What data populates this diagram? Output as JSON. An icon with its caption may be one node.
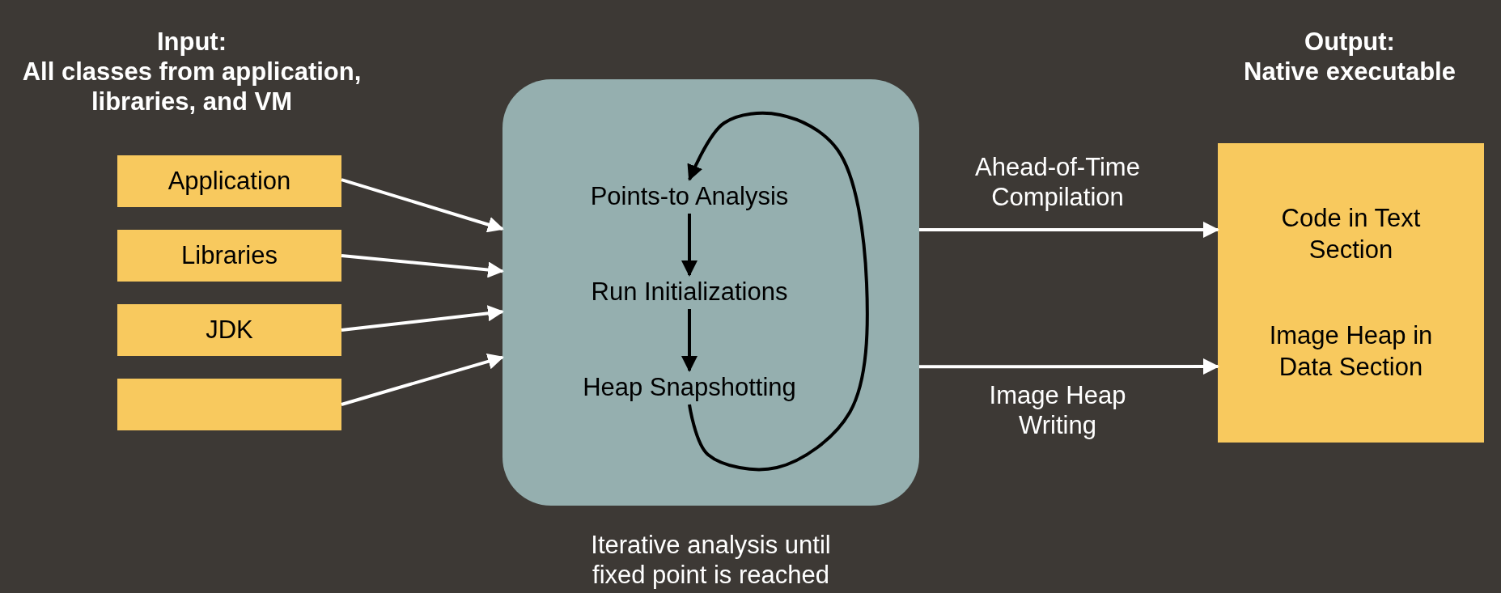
{
  "diagram": {
    "nodes": [
      {
        "text": [
          "Application"
        ]
      },
      {
        "text": [
          "Libraries"
        ]
      },
      {
        "text": [
          "JDK"
        ]
      },
      {
        "text": [],
        "shape": "box"
      },
      {
        "text": [],
        "shape": "box",
        "beside": [
          "Iterative analysis until fixed point is reached"
        ]
      },
      {
        "text": [
          "Points-to Analysis"
        ],
        "in": 4
      },
      {
        "text": [
          "Run Initializations"
        ],
        "in": 4
      },
      {
        "text": [
          "Heap Snapshotting"
        ],
        "in": 4
      },
      {
        "text": [
          "Code in Text Section",
          "Image Heap in Data Section"
        ]
      }
    ],
    "edges": [
      {
        "from": 0,
        "to": 4,
        "arrow": "to"
      },
      {
        "from": 1,
        "to": 4,
        "arrow": "to"
      },
      {
        "from": 2,
        "to": 4,
        "arrow": "to"
      },
      {
        "from": 3,
        "to": 4,
        "arrow": "to"
      },
      {
        "from": 5,
        "to": 6,
        "arrow": "to",
        "color": "#000000"
      },
      {
        "from": 6,
        "to": 7,
        "arrow": "to",
        "color": "#000000"
      },
      {
        "from": 7,
        "to": 5,
        "arrow": "to",
        "color": "#000000"
      },
      {
        "from": 4,
        "to": 8,
        "arrow": "to",
        "label": "Ahead-of-Time Compilation"
      },
      {
        "from": 4,
        "to": 8,
        "arrow": "to",
        "label": "Image Heap Writing"
      }
    ],
    "labels": [
      "Input:",
      "All classes from application, libraries, and VM",
      "Output:",
      "Native executable"
    ]
  }
}
